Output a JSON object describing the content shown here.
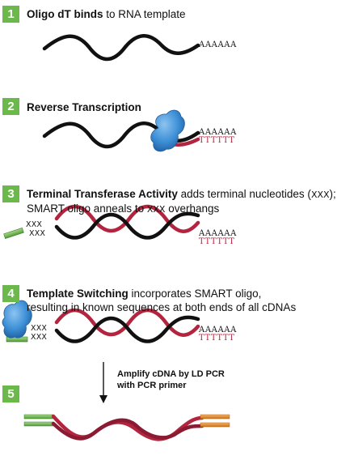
{
  "steps": [
    {
      "number": "1",
      "bold": "Oligo dT binds",
      "rest": " to RNA template"
    },
    {
      "number": "2",
      "bold": "Reverse Transcription",
      "rest": ""
    },
    {
      "number": "3",
      "bold": "Terminal Transferase Activity",
      "rest": " adds terminal nucleotides (",
      "mono": "XXX",
      "rest2": ");",
      "line2a": "SMART oligo anneals to ",
      "line2mono": "XXX",
      "line2b": " overhangs"
    },
    {
      "number": "4",
      "bold": "Template Switching",
      "rest": " incorporates SMART oligo,",
      "line2": "resulting in known sequences at both ends of all cDNAs"
    },
    {
      "number": "5"
    }
  ],
  "sequences": {
    "polyA": "AAAAAA",
    "polyT": "TTTTTT",
    "overhang": "XXX"
  },
  "arrow_label": {
    "line1": "Amplify cDNA by  LD PCR",
    "line2": "with PCR primer"
  },
  "colors": {
    "badge": "#6bb84b",
    "rna": "#111111",
    "cdna": "#b3243f",
    "enzyme": "#3d8fd6",
    "smart_oligo": "#6bb84b",
    "pcr_primer": "#e0892a"
  }
}
